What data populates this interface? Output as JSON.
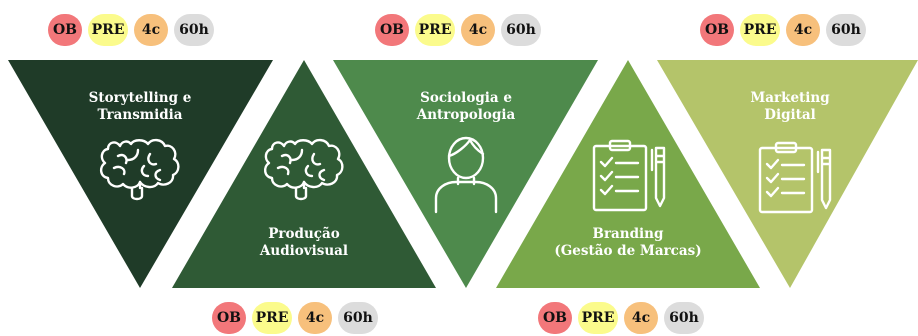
{
  "badges": {
    "ob": "OB",
    "pre": "PRE",
    "credits": "4c",
    "hours": "60h"
  },
  "colors": {
    "ob": "#f2777a",
    "pre": "#fbfb8c",
    "credits": "#f7c07c",
    "hours": "#dcdcdc",
    "course1": "#1f3b28",
    "course2": "#2f5a35",
    "course3": "#4e8a4c",
    "course4": "#79a84a",
    "course5": "#b4c46a"
  },
  "courses": [
    {
      "line1": "Storytelling e",
      "line2": "Transmidia",
      "icon": "brain-icon"
    },
    {
      "line1": "Produção",
      "line2": "Audiovisual",
      "icon": "brain-icon"
    },
    {
      "line1": "Sociologia e",
      "line2": "Antropologia",
      "icon": "person-icon"
    },
    {
      "line1": "Branding",
      "line2": "(Gestão de Marcas)",
      "icon": "checklist-icon"
    },
    {
      "line1": "Marketing",
      "line2": "Digital",
      "icon": "checklist-icon"
    }
  ]
}
